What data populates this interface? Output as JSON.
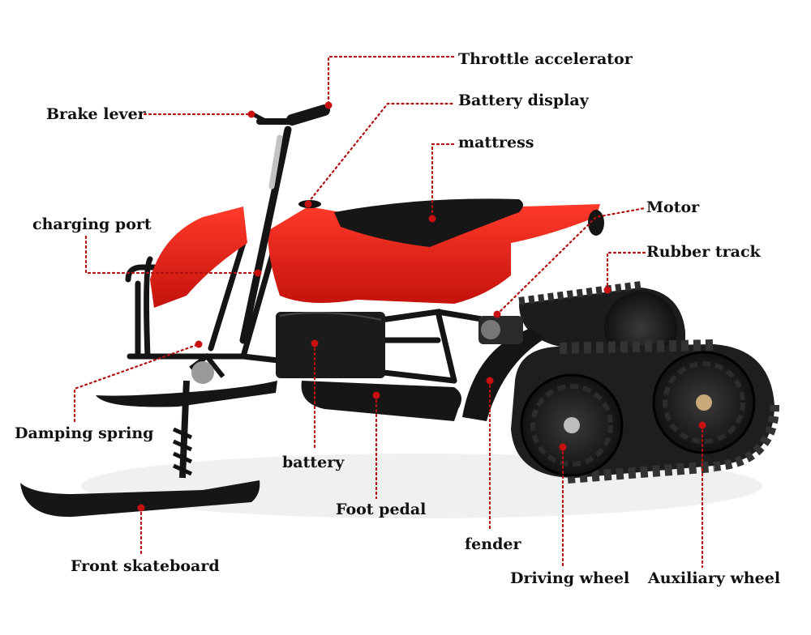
{
  "colors": {
    "body_red": "#e11a12",
    "frame_black": "#151515",
    "track_black": "#1f1f1f",
    "leader_red": "#b01010",
    "label_text": "#111111"
  },
  "diagram": {
    "subject": "electric mini snow bike",
    "labels": {
      "throttle": "Throttle accelerator",
      "battery_display": "Battery display",
      "mattress": "mattress",
      "brake_lever": "Brake lever",
      "charging_port": "charging port",
      "motor": "Motor",
      "rubber_track": "Rubber track",
      "damping_spring": "Damping spring",
      "battery": "battery",
      "foot_pedal": "Foot pedal",
      "fender": "fender",
      "front_skateboard": "Front skateboard",
      "driving_wheel": "Driving wheel",
      "auxiliary_wheel": "Auxiliary wheel"
    }
  }
}
